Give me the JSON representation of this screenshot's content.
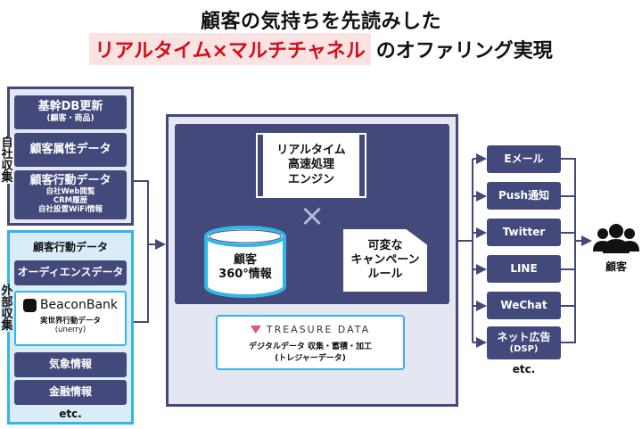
{
  "title": {
    "line1": "顧客の気持ちを先読みした",
    "line2_highlight": "リアルタイム×マルチチャネル",
    "line2_rest": "のオファリング実現"
  },
  "colors": {
    "navy": "#434a7b",
    "accent_red": "#d0101a",
    "cyan": "#33b6e6",
    "light_bg": "#e4e6f2"
  },
  "internal": {
    "side_label": [
      "自",
      "社",
      "収",
      "集"
    ],
    "items": [
      {
        "title": "基幹DB更新",
        "sub": "(顧客・商品)"
      },
      {
        "title": "顧客属性データ"
      },
      {
        "title": "顧客行動データ",
        "sub_lines": [
          "自社Web閲覧",
          "CRM履歴",
          "自社設置WiFi情報"
        ]
      }
    ]
  },
  "external": {
    "side_label": [
      "外",
      "部",
      "収",
      "集"
    ],
    "heading": "顧客行動データ",
    "audience": "オーディエンスデータ",
    "beaconbank": {
      "brand": "BeaconBank",
      "sub": "実世界行動データ",
      "sub2": "(unerry)"
    },
    "weather": "気象情報",
    "finance": "金融情報",
    "etc": "etc."
  },
  "center": {
    "engine_lines": [
      "リアルタイム",
      "高速処理",
      "エンジン"
    ],
    "times": "×",
    "db_lines": [
      "顧客",
      "360°情報"
    ],
    "rule_lines": [
      "可変な",
      "キャンペーン",
      "ルール"
    ],
    "treasure": {
      "brand": "TREASURE DATA",
      "line1": "デジタルデータ 収集・蓄積・加工",
      "line2": "(トレジャーデータ)"
    }
  },
  "channels": {
    "items": [
      {
        "label": "Eメール"
      },
      {
        "label": "Push通知"
      },
      {
        "label": "Twitter"
      },
      {
        "label": "LINE"
      },
      {
        "label": "WeChat"
      },
      {
        "label": "ネット広告",
        "sub": "(DSP)"
      }
    ],
    "etc": "etc."
  },
  "customer": {
    "label": "顧客"
  }
}
